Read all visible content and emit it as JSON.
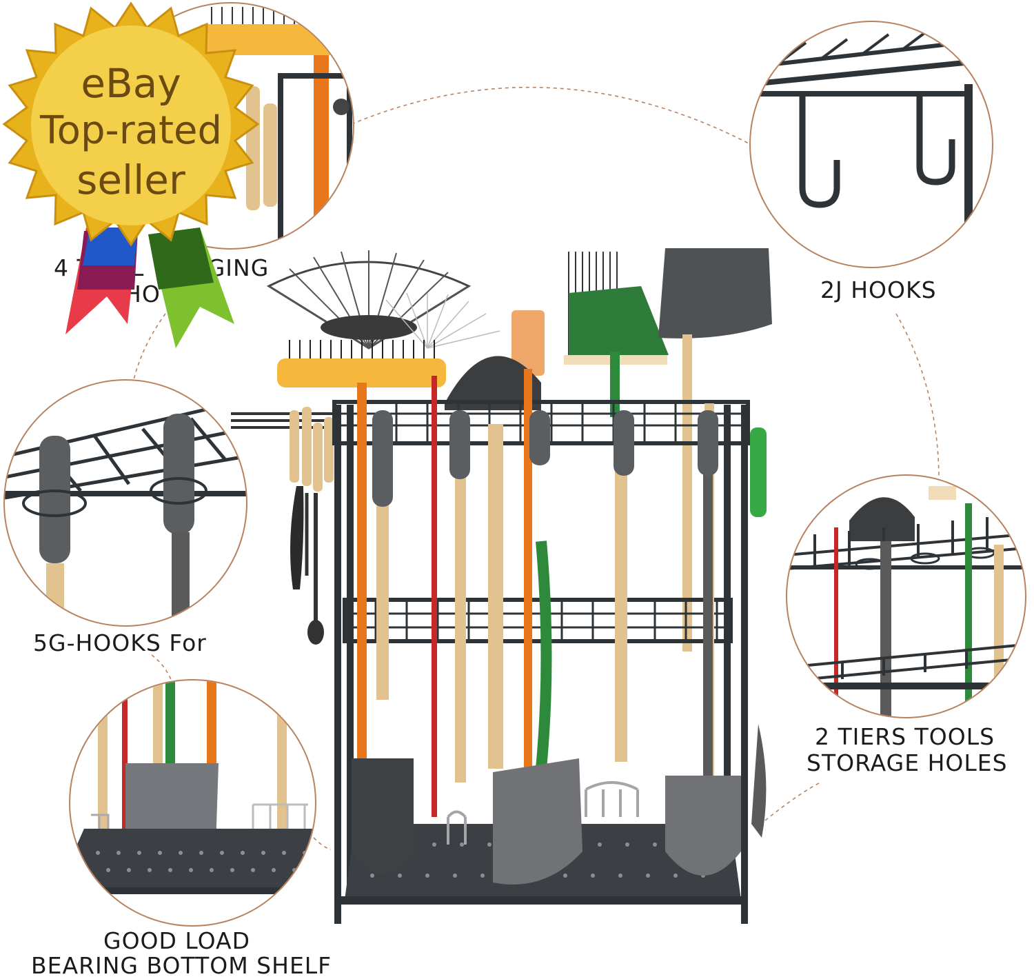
{
  "badge": {
    "line1": "eBay",
    "line2": "Top-rated",
    "line3": "seller",
    "colors": {
      "seal_outer": "#e8b21d",
      "seal_inner": "#f4cf4a",
      "text": "#6b4a12",
      "ribbon_left_top": "#2158c7",
      "ribbon_left_mid": "#8a1c55",
      "ribbon_left_bottom": "#e83a48",
      "ribbon_right_top": "#2f6a1a",
      "ribbon_right_bottom": "#7fc02e"
    }
  },
  "callouts": {
    "top_left": {
      "label_line1": "4 T",
      "label_mid": "L",
      "label_line1b": "IGING",
      "label_line2": "HO"
    },
    "top_right": {
      "label": "2J HOOKS"
    },
    "mid_left": {
      "label": "5G-HOOKS For"
    },
    "mid_right": {
      "label_line1": "2 TIERS TOOLS",
      "label_line2": "STORAGE HOLES"
    },
    "bottom_left": {
      "label_line1": "GOOD LOAD",
      "label_line2": "BEARING BOTTOM SHELF"
    }
  },
  "colors": {
    "rack_frame": "#2e3338",
    "callout_border": "#b8825f",
    "dashed_connector": "#b8825f",
    "wood_handle": "#e2c38f",
    "orange_handle": "#e8771c",
    "green_handle": "#2e8a3b",
    "red_handle": "#c62828",
    "shovel_grey": "#5c5c5c",
    "rake_yellow": "#f5b73c"
  }
}
